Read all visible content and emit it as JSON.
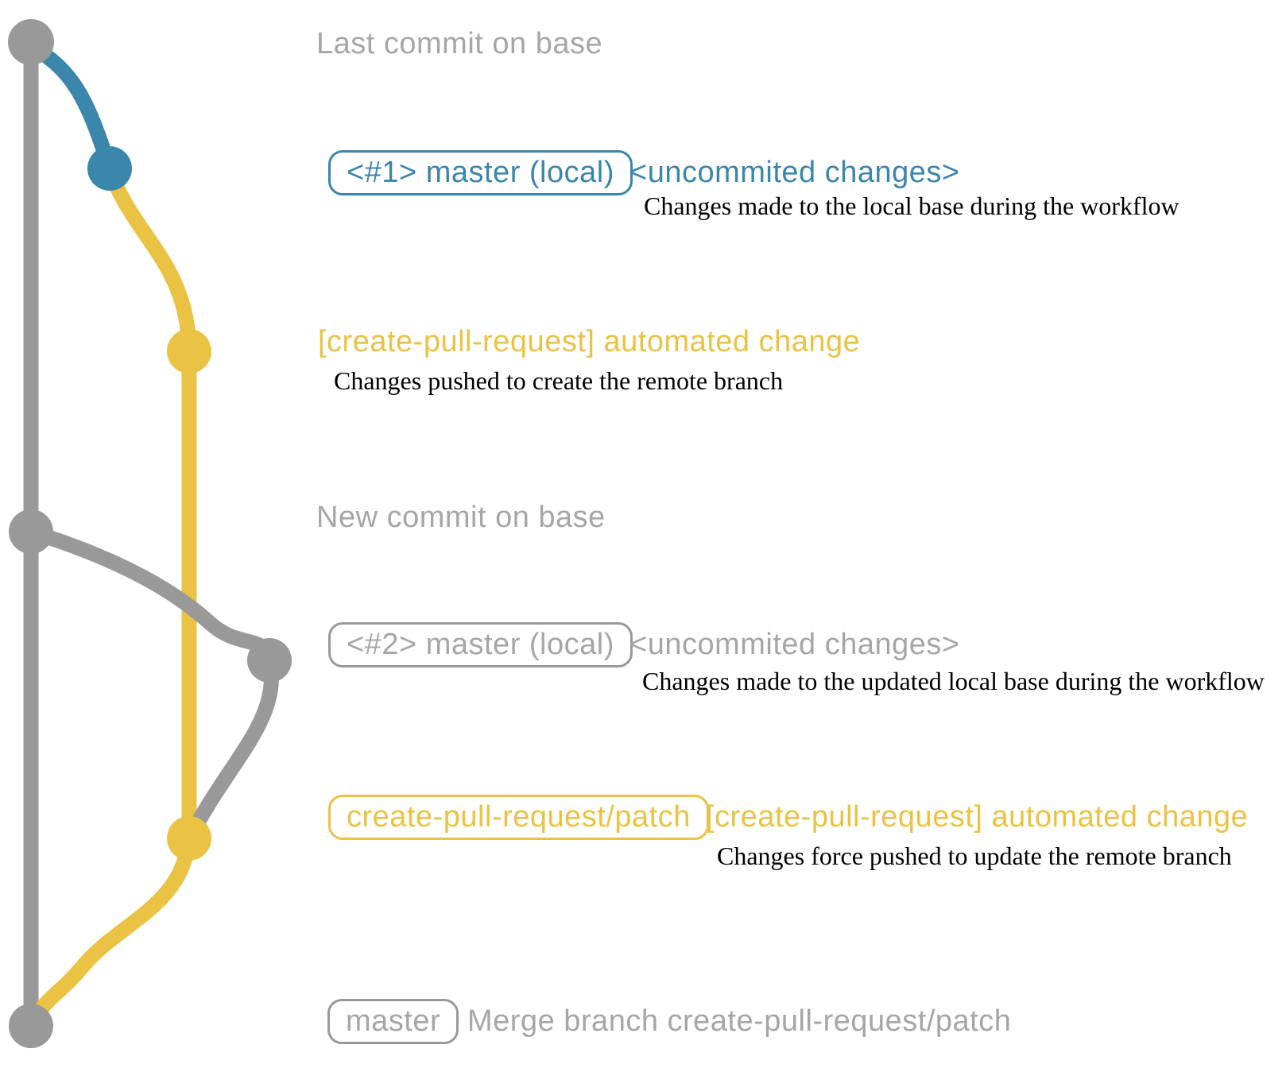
{
  "colors": {
    "gray": "#999999",
    "blue": "#3b86ab",
    "yellow": "#eac244",
    "text_gray": "#a6a6a6"
  },
  "graph": {
    "branches": [
      "base (master remote)",
      "master (local)",
      "create-pull-request/patch"
    ],
    "nodes": [
      {
        "name": "last-commit-on-base",
        "color": "gray"
      },
      {
        "name": "local-commit-1",
        "color": "blue"
      },
      {
        "name": "patch-commit-1",
        "color": "yellow"
      },
      {
        "name": "new-commit-on-base",
        "color": "gray"
      },
      {
        "name": "local-commit-2",
        "color": "gray"
      },
      {
        "name": "patch-commit-2",
        "color": "yellow"
      },
      {
        "name": "merge-commit",
        "color": "gray"
      }
    ]
  },
  "rows": {
    "last_commit": {
      "label": "Last commit on base"
    },
    "row1": {
      "box": "<#1> master (local)",
      "annotation": "<uncommited changes>",
      "description": "Changes made to the local base during the workflow"
    },
    "row2": {
      "annotation": "[create-pull-request] automated change",
      "description": "Changes pushed to create the remote branch"
    },
    "new_commit": {
      "label": "New commit on base"
    },
    "row4": {
      "box": "<#2> master (local)",
      "annotation": "<uncommited changes>",
      "description": "Changes made to the updated local base during the workflow"
    },
    "row5": {
      "box": "create-pull-request/patch",
      "annotation": "[create-pull-request] automated change",
      "description": "Changes force pushed to update the remote branch"
    },
    "row6": {
      "box": "master",
      "annotation": "Merge branch create-pull-request/patch"
    }
  }
}
